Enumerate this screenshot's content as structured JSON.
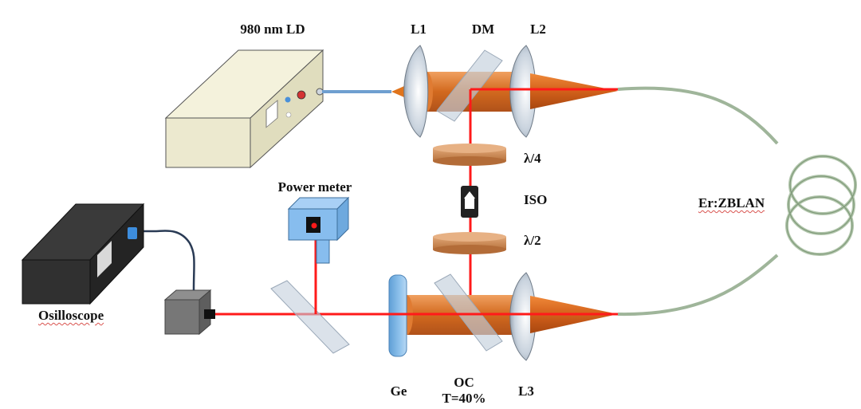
{
  "labels": {
    "ld": "980 nm LD",
    "l1": "L1",
    "dm": "DM",
    "l2": "L2",
    "quarter_wave": "λ/4",
    "iso": "ISO",
    "half_wave": "λ/2",
    "power_meter": "Power meter",
    "fiber": "Er:ZBLAN",
    "oscilloscope": "Osilloscope",
    "ge": "Ge",
    "oc_line1": "OC",
    "oc_line2": "T=40%",
    "l3": "L3"
  },
  "colors": {
    "laser_beam": "#ff1a1a",
    "pump_cone": "#d9661e",
    "optics_glass": "#b9c6d6",
    "fiber": "#9fb59a",
    "ld_box": "#ece9cf",
    "waveplate": "#c88a56",
    "ge_window": "#7bb1e0",
    "scope_body": "#2b2b2b"
  }
}
